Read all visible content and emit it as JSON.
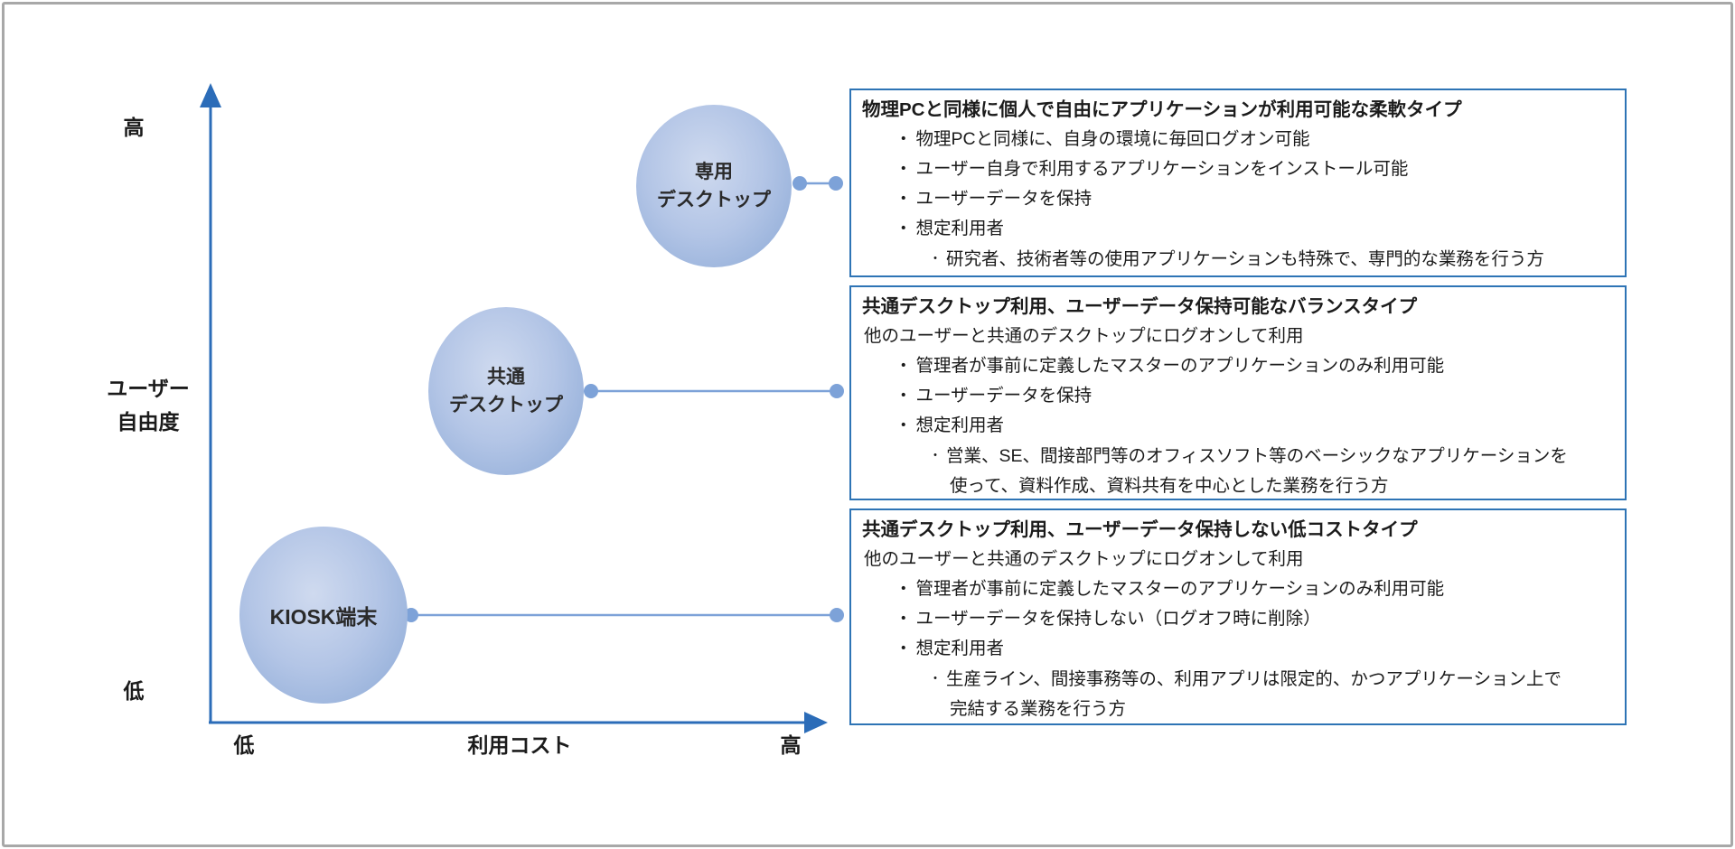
{
  "diagram": {
    "type": "positioning-bubble-diagram",
    "colors": {
      "axis_blue": "#2b6cb8",
      "box_border_blue": "#2e74b5",
      "connector_blue": "#7da2d8",
      "bubble_fill_light": "#cfdaef",
      "bubble_fill_dark": "#98b2db",
      "frame_gray": "#a8a8a8",
      "text": "#1b1b1b"
    }
  },
  "markers": {
    "bullet": "・",
    "subbullet": "・"
  },
  "axes": {
    "y_high": "高",
    "y_label_line1": "ユーザー",
    "y_label_line2": "自由度",
    "y_low": "低",
    "x_low": "低",
    "x_label": "利用コスト",
    "x_high": "高"
  },
  "bubbles": [
    {
      "line1": "専用",
      "line2": "デスクトップ",
      "position": "high-freedom / high-cost"
    },
    {
      "line1": "共通",
      "line2": "デスクトップ",
      "position": "mid-freedom / mid-cost"
    },
    {
      "line1": "KIOSK端末",
      "position": "low-freedom / low-cost"
    }
  ],
  "boxes": [
    {
      "title": "物理PCと同様に個人で自由にアプリケーションが利用可能な柔軟タイプ",
      "lines": [
        "物理PCと同様に、自身の環境に毎回ログオン可能",
        "ユーザー自身で利用するアプリケーションをインストール可能",
        "ユーザーデータを保持",
        "想定利用者",
        "研究者、技術者等の使用アプリケーションも特殊で、専門的な業務を行う方"
      ]
    },
    {
      "title": "共通デスクトップ利用、ユーザーデータ保持可能なバランスタイプ",
      "intro": "他のユーザーと共通のデスクトップにログオンして利用",
      "lines": [
        "管理者が事前に定義したマスターのアプリケーションのみ利用可能",
        "ユーザーデータを保持",
        "想定利用者",
        "営業、SE、間接部門等のオフィスソフト等のベーシックなアプリケーションを",
        "使って、資料作成、資料共有を中心とした業務を行う方"
      ]
    },
    {
      "title": "共通デスクトップ利用、ユーザーデータ保持しない低コストタイプ",
      "intro": "他のユーザーと共通のデスクトップにログオンして利用",
      "lines": [
        "管理者が事前に定義したマスターのアプリケーションのみ利用可能",
        "ユーザーデータを保持しない（ログオフ時に削除）",
        "想定利用者",
        "生産ライン、間接事務等の、利用アプリは限定的、かつアプリケーション上で",
        "完結する業務を行う方"
      ]
    }
  ]
}
